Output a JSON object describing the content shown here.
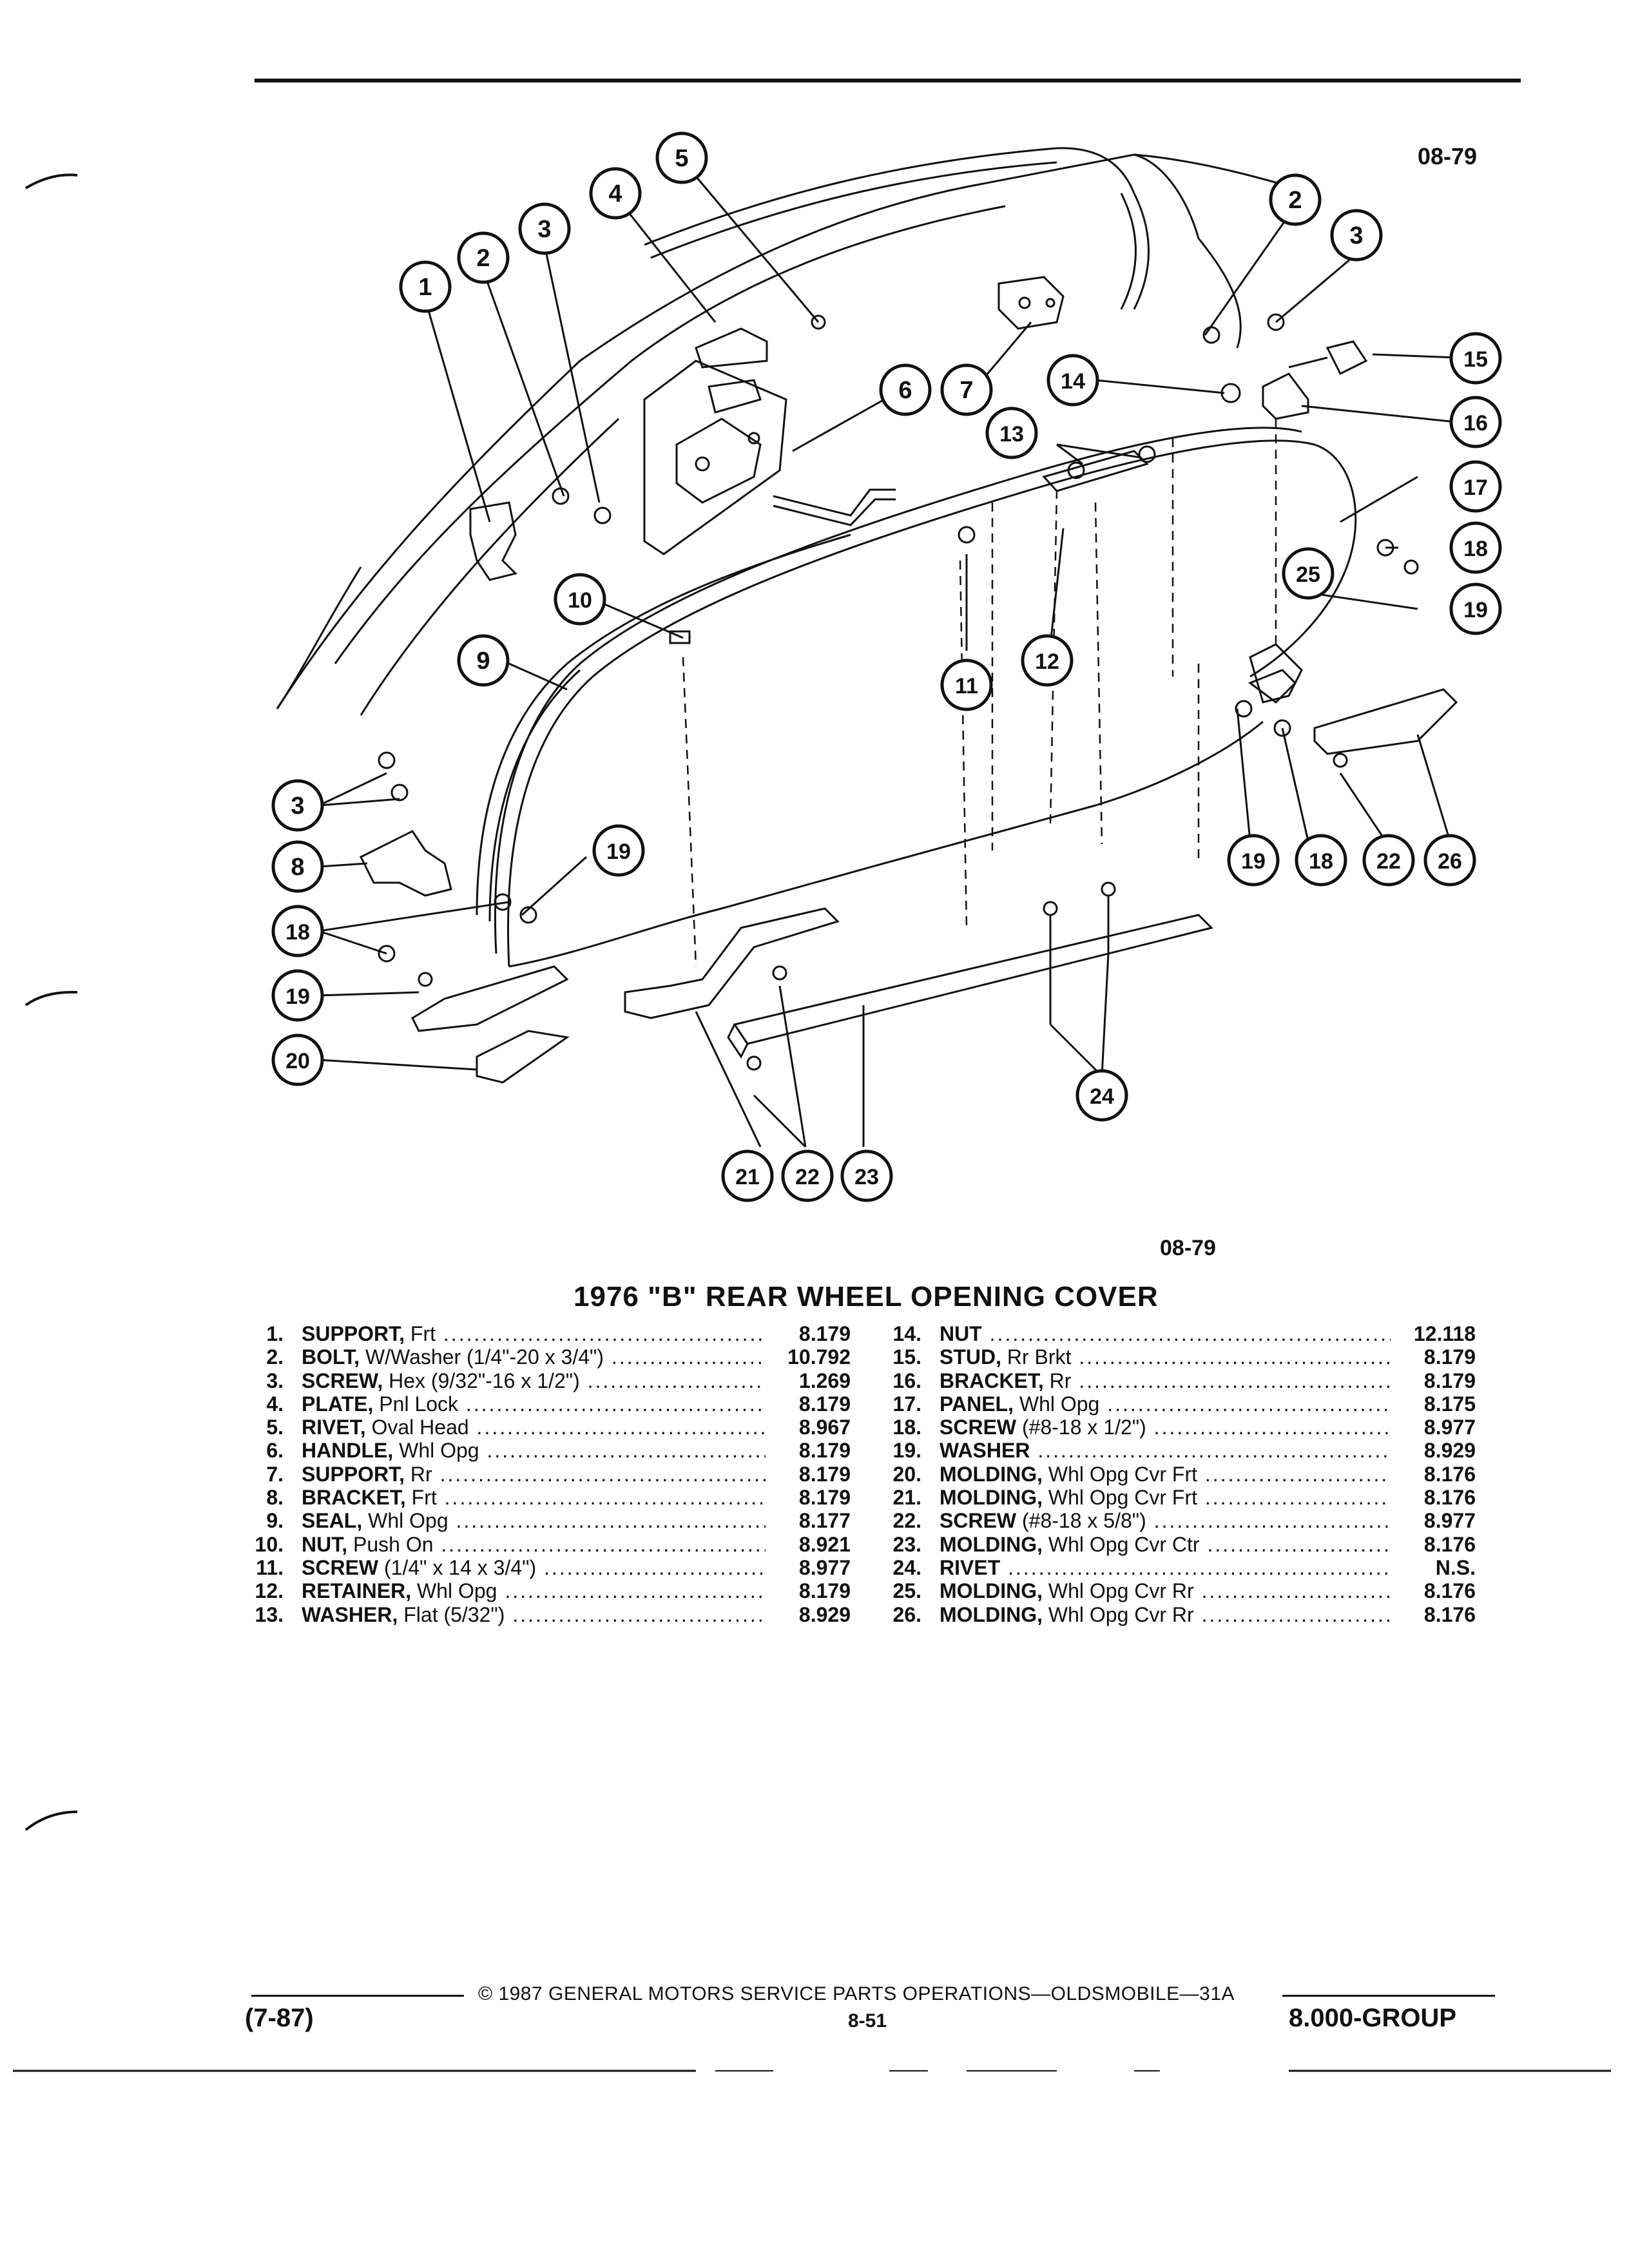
{
  "header": {
    "diagram_code_top": "08-79",
    "diagram_code_bottom": "08-79"
  },
  "title": "1976 \"B\" REAR WHEEL OPENING COVER",
  "callouts": [
    "1",
    "2",
    "3",
    "4",
    "5",
    "6",
    "7",
    "8",
    "9",
    "10",
    "11",
    "12",
    "13",
    "14",
    "15",
    "16",
    "17",
    "18",
    "19",
    "20",
    "21",
    "22",
    "23",
    "24",
    "25",
    "26"
  ],
  "parts_left": [
    {
      "num": "1.",
      "name": "SUPPORT,",
      "desc": " Frt",
      "group": "8.179"
    },
    {
      "num": "2.",
      "name": "BOLT,",
      "desc": " W/Washer (1/4\"-20 x 3/4\")",
      "group": "10.792"
    },
    {
      "num": "3.",
      "name": "SCREW,",
      "desc": " Hex (9/32\"-16 x 1/2\")",
      "group": "1.269"
    },
    {
      "num": "4.",
      "name": "PLATE,",
      "desc": " Pnl Lock",
      "group": "8.179"
    },
    {
      "num": "5.",
      "name": "RIVET,",
      "desc": " Oval Head",
      "group": "8.967"
    },
    {
      "num": "6.",
      "name": "HANDLE,",
      "desc": " Whl Opg",
      "group": "8.179"
    },
    {
      "num": "7.",
      "name": "SUPPORT,",
      "desc": " Rr",
      "group": "8.179"
    },
    {
      "num": "8.",
      "name": "BRACKET,",
      "desc": " Frt",
      "group": "8.179"
    },
    {
      "num": "9.",
      "name": "SEAL,",
      "desc": " Whl Opg",
      "group": "8.177"
    },
    {
      "num": "10.",
      "name": "NUT,",
      "desc": " Push On",
      "group": "8.921"
    },
    {
      "num": "11.",
      "name": "SCREW",
      "desc": " (1/4\" x 14 x 3/4\")",
      "group": "8.977"
    },
    {
      "num": "12.",
      "name": "RETAINER,",
      "desc": " Whl Opg",
      "group": "8.179"
    },
    {
      "num": "13.",
      "name": "WASHER,",
      "desc": " Flat (5/32\")",
      "group": "8.929"
    }
  ],
  "parts_right": [
    {
      "num": "14.",
      "name": "NUT",
      "desc": "",
      "group": "12.118"
    },
    {
      "num": "15.",
      "name": "STUD,",
      "desc": " Rr Brkt",
      "group": "8.179"
    },
    {
      "num": "16.",
      "name": "BRACKET,",
      "desc": " Rr",
      "group": "8.179"
    },
    {
      "num": "17.",
      "name": "PANEL,",
      "desc": " Whl Opg",
      "group": "8.175"
    },
    {
      "num": "18.",
      "name": "SCREW",
      "desc": " (#8-18 x 1/2\")",
      "group": "8.977"
    },
    {
      "num": "19.",
      "name": "WASHER",
      "desc": "",
      "group": "8.929"
    },
    {
      "num": "20.",
      "name": "MOLDING,",
      "desc": " Whl Opg Cvr Frt",
      "group": "8.176"
    },
    {
      "num": "21.",
      "name": "MOLDING,",
      "desc": " Whl Opg Cvr Frt",
      "group": "8.176"
    },
    {
      "num": "22.",
      "name": "SCREW",
      "desc": " (#8-18 x 5/8\")",
      "group": "8.977"
    },
    {
      "num": "23.",
      "name": "MOLDING,",
      "desc": " Whl Opg Cvr Ctr",
      "group": "8.176"
    },
    {
      "num": "24.",
      "name": "RIVET",
      "desc": "",
      "group": "N.S."
    },
    {
      "num": "25.",
      "name": "MOLDING,",
      "desc": " Whl Opg Cvr Rr",
      "group": "8.176"
    },
    {
      "num": "26.",
      "name": "MOLDING,",
      "desc": " Whl Opg Cvr Rr",
      "group": "8.176"
    }
  ],
  "footer": {
    "copyright": "© 1987 GENERAL MOTORS SERVICE PARTS OPERATIONS—OLDSMOBILE—31A",
    "date_code": "(7-87)",
    "page_number": "8-51",
    "group": "8.000-GROUP"
  }
}
